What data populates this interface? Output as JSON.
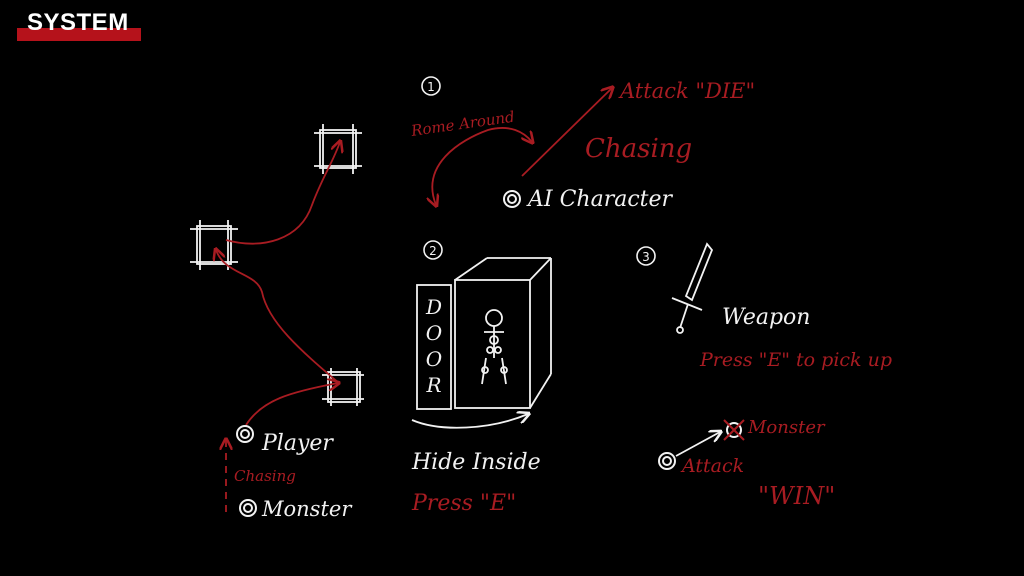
{
  "header": {
    "title": "SYSTEM"
  },
  "section1": {
    "number": "1",
    "roam": "Rome Around",
    "attack": "Attack \"DIE\"",
    "chasing": "Chasing",
    "character": "AI Character"
  },
  "section2": {
    "number": "2",
    "door": [
      "D",
      "O",
      "O",
      "R"
    ],
    "hide": "Hide Inside",
    "press": "Press \"E\""
  },
  "section3": {
    "number": "3",
    "weapon": "Weapon",
    "pickup": "Press \"E\" to pick up",
    "monster": "Monster",
    "attack": "Attack",
    "win": "\"WIN\""
  },
  "left": {
    "player": "Player",
    "chasing": "Chasing",
    "monster": "Monster"
  },
  "colors": {
    "ink": "#f2f2f2",
    "accent": "#a81c22",
    "badge": "#b5121b",
    "background": "#000000"
  }
}
